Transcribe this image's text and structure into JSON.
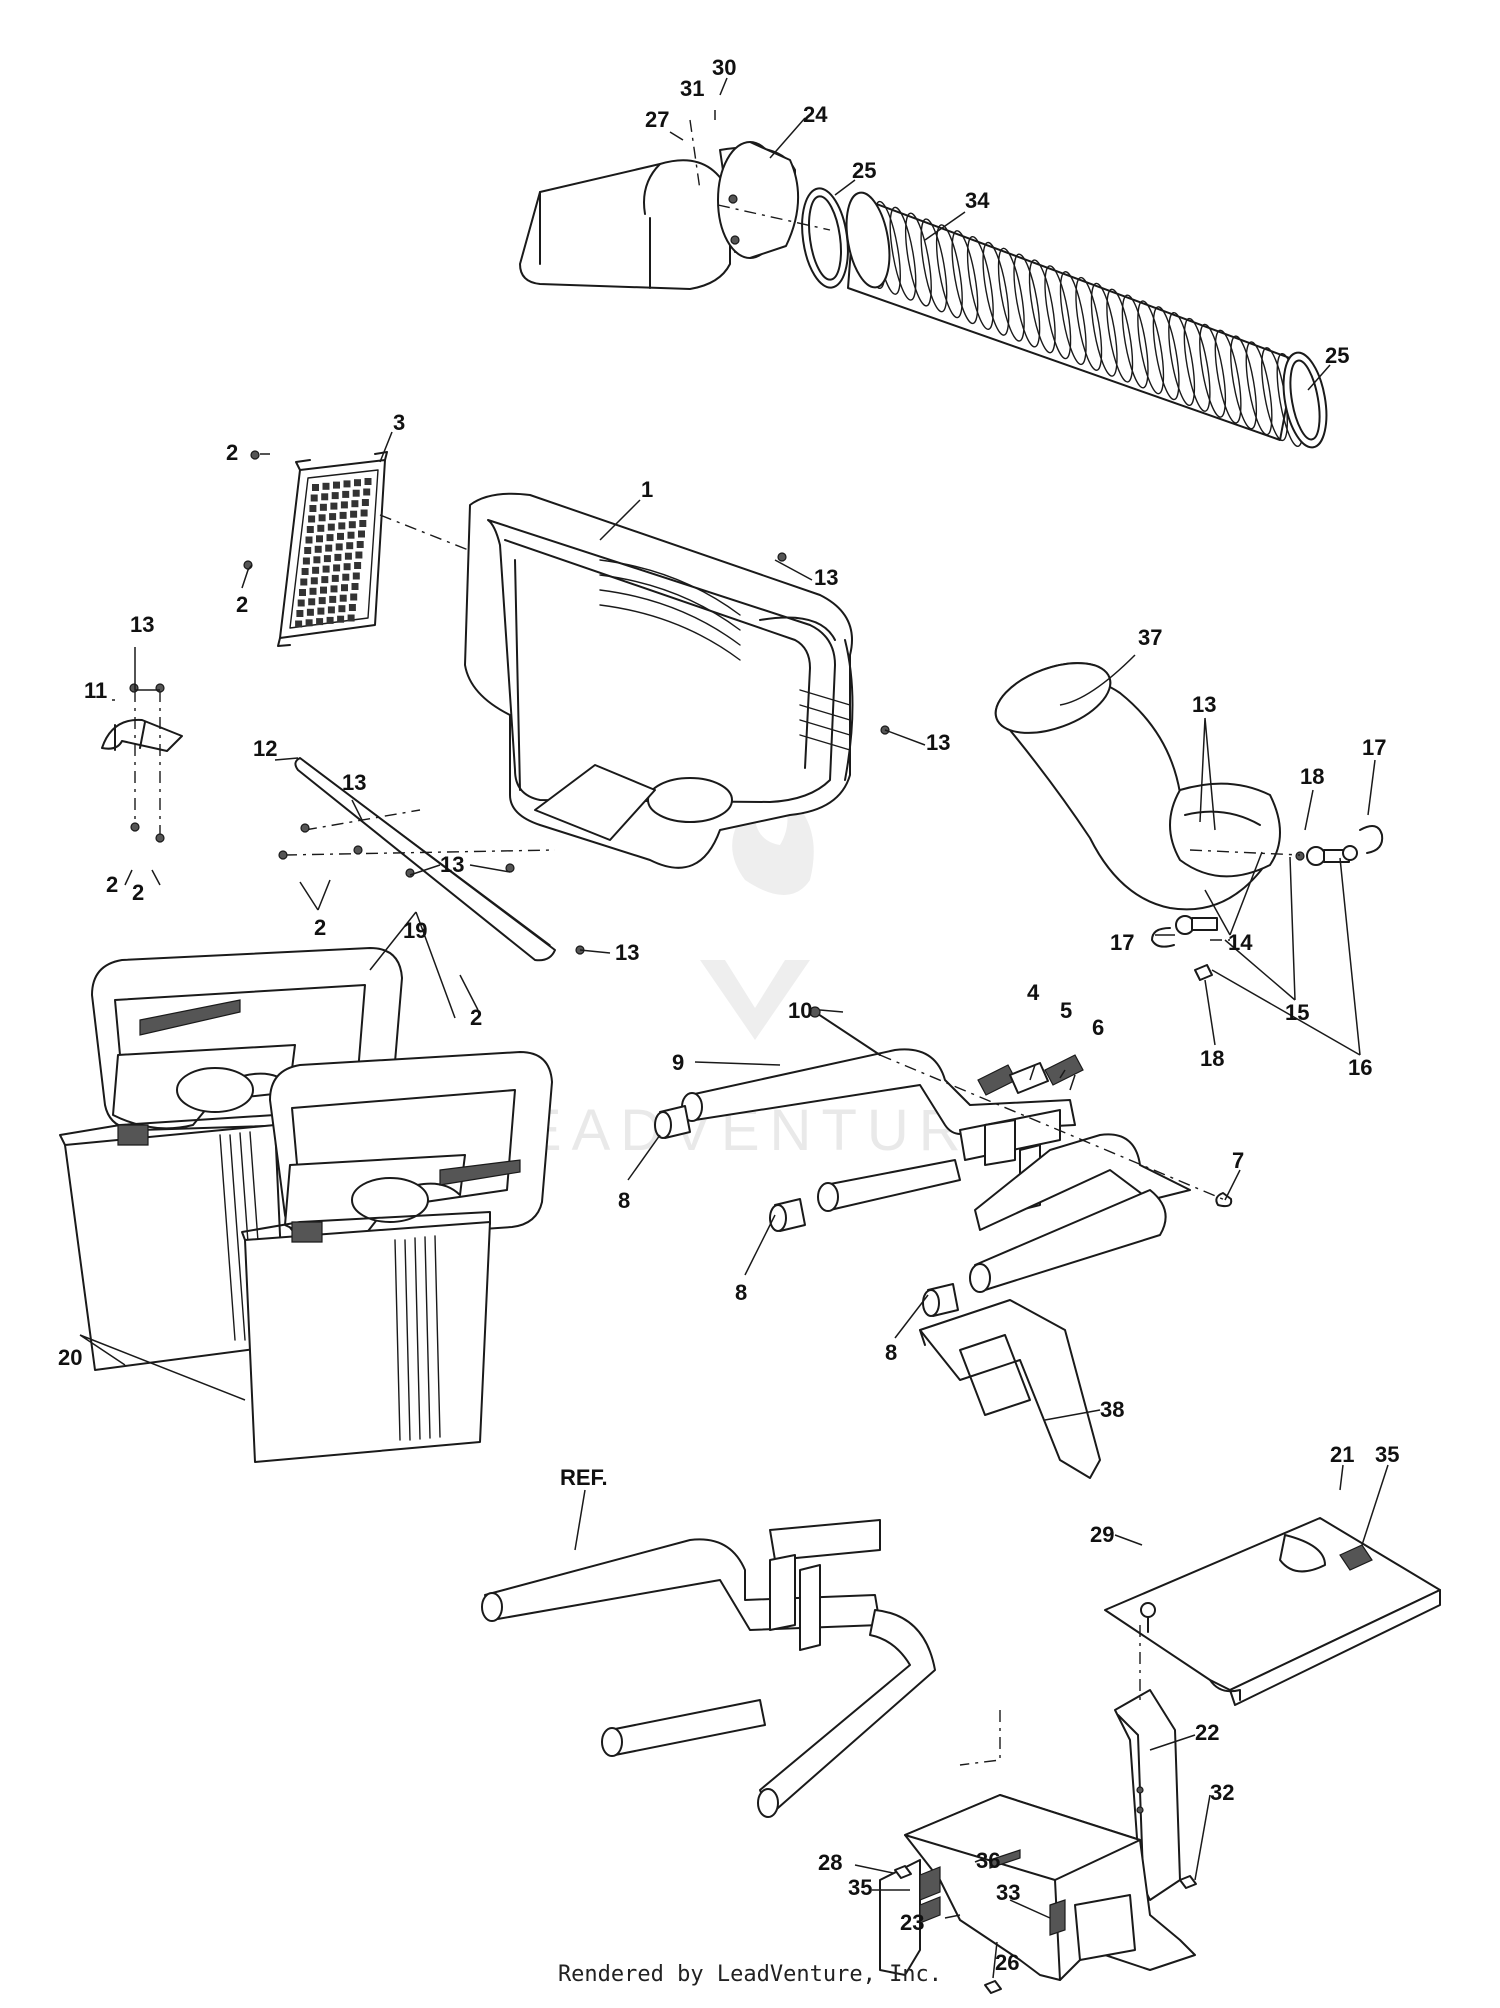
{
  "footer": {
    "credit": "Rendered by LeadVenture, Inc."
  },
  "watermark": {
    "text": "LEADVENTURE",
    "color": "#e9e9e9"
  },
  "callouts": [
    {
      "id": "c30",
      "label": "30"
    },
    {
      "id": "c31",
      "label": "31"
    },
    {
      "id": "c27",
      "label": "27"
    },
    {
      "id": "c24",
      "label": "24"
    },
    {
      "id": "c25a",
      "label": "25"
    },
    {
      "id": "c34",
      "label": "34"
    },
    {
      "id": "c25b",
      "label": "25"
    },
    {
      "id": "c2a",
      "label": "2"
    },
    {
      "id": "c3",
      "label": "3"
    },
    {
      "id": "c1",
      "label": "1"
    },
    {
      "id": "c2b",
      "label": "2"
    },
    {
      "id": "c13a",
      "label": "13"
    },
    {
      "id": "c13b",
      "label": "13"
    },
    {
      "id": "c11",
      "label": "11"
    },
    {
      "id": "c13c",
      "label": "13"
    },
    {
      "id": "c12",
      "label": "12"
    },
    {
      "id": "c13d",
      "label": "13"
    },
    {
      "id": "c13e",
      "label": "13"
    },
    {
      "id": "c2c",
      "label": "2"
    },
    {
      "id": "c2d",
      "label": "2"
    },
    {
      "id": "c2e",
      "label": "2"
    },
    {
      "id": "c2f",
      "label": "2"
    },
    {
      "id": "c13f",
      "label": "13"
    },
    {
      "id": "c13g",
      "label": "13"
    },
    {
      "id": "c37",
      "label": "37"
    },
    {
      "id": "c13h",
      "label": "13"
    },
    {
      "id": "c18a",
      "label": "18"
    },
    {
      "id": "c17a",
      "label": "17"
    },
    {
      "id": "c14",
      "label": "14"
    },
    {
      "id": "c17b",
      "label": "17"
    },
    {
      "id": "c15",
      "label": "15"
    },
    {
      "id": "c18b",
      "label": "18"
    },
    {
      "id": "c16",
      "label": "16"
    },
    {
      "id": "c19",
      "label": "19"
    },
    {
      "id": "c10",
      "label": "10"
    },
    {
      "id": "c4",
      "label": "4"
    },
    {
      "id": "c5",
      "label": "5"
    },
    {
      "id": "c6",
      "label": "6"
    },
    {
      "id": "c9",
      "label": "9"
    },
    {
      "id": "c8a",
      "label": "8"
    },
    {
      "id": "c7",
      "label": "7"
    },
    {
      "id": "c8b",
      "label": "8"
    },
    {
      "id": "c8c",
      "label": "8"
    },
    {
      "id": "c20",
      "label": "20"
    },
    {
      "id": "c38",
      "label": "38"
    },
    {
      "id": "c21",
      "label": "21"
    },
    {
      "id": "c35a",
      "label": "35"
    },
    {
      "id": "cref",
      "label": "REF."
    },
    {
      "id": "c29",
      "label": "29"
    },
    {
      "id": "c22",
      "label": "22"
    },
    {
      "id": "c32",
      "label": "32"
    },
    {
      "id": "c28",
      "label": "28"
    },
    {
      "id": "c36",
      "label": "36"
    },
    {
      "id": "c35b",
      "label": "35"
    },
    {
      "id": "c33",
      "label": "33"
    },
    {
      "id": "c23",
      "label": "23"
    },
    {
      "id": "c26",
      "label": "26"
    }
  ]
}
